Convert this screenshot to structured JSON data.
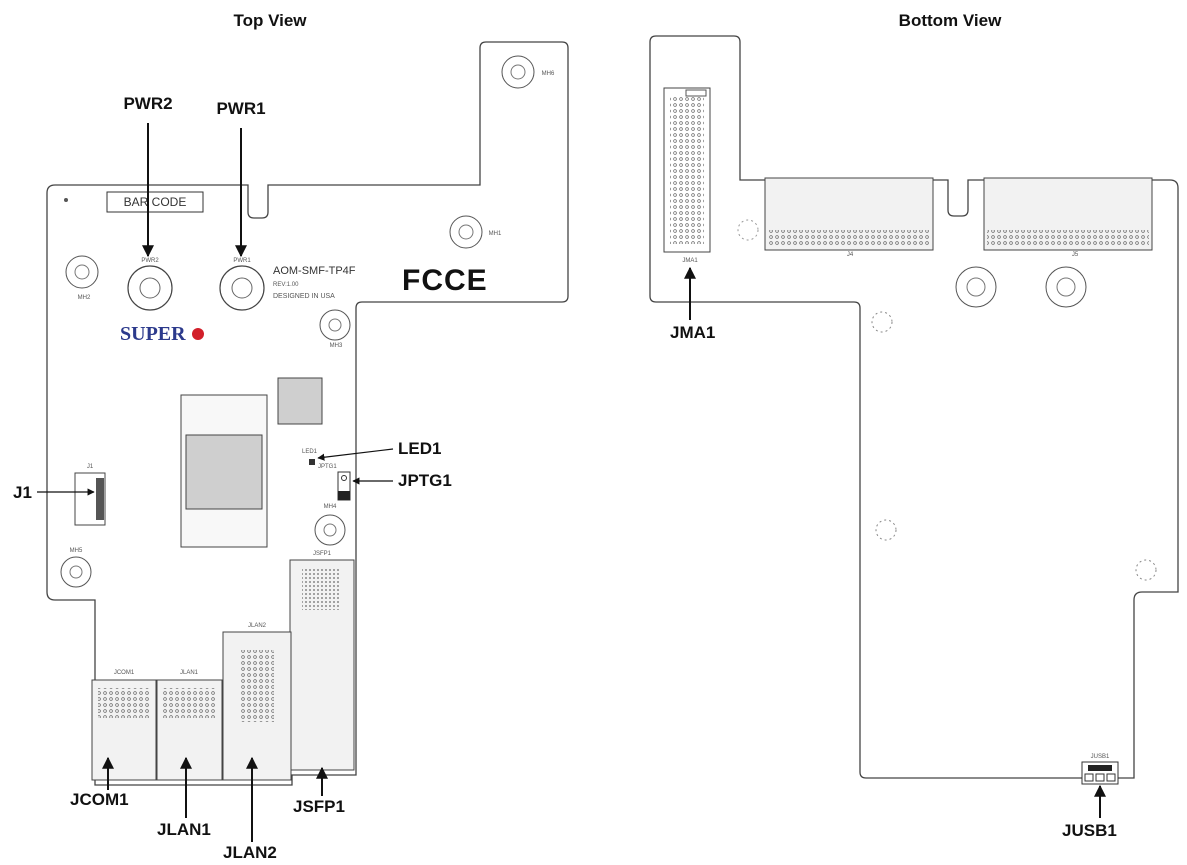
{
  "views": {
    "top": {
      "title": "Top View"
    },
    "bottom": {
      "title": "Bottom View"
    }
  },
  "silkscreen": {
    "barcode": "BAR CODE",
    "model": "AOM-SMF-TP4F",
    "revision": "REV:1.00",
    "designed": "DESIGNED IN USA",
    "brand": "SUPER",
    "cert": "FCCE",
    "mh1": "MH1",
    "mh2": "MH2",
    "mh3": "MH3",
    "mh4": "MH4",
    "mh5": "MH5",
    "mh6": "MH6",
    "pwr1": "PWR1",
    "pwr2": "PWR2",
    "led1": "LED1",
    "jptg1": "JPTG1",
    "j1": "J1",
    "jsfp1": "JSFP1",
    "jlan1": "JLAN1",
    "jlan2": "JLAN2",
    "jcom1": "JCOM1",
    "jma1": "JMA1",
    "j4": "J4",
    "j5": "J5",
    "jusb1": "JUSB1"
  },
  "callouts": {
    "pwr2": "PWR2",
    "pwr1": "PWR1",
    "led1": "LED1",
    "jptg1": "JPTG1",
    "j1": "J1",
    "jcom1": "JCOM1",
    "jlan1": "JLAN1",
    "jlan2": "JLAN2",
    "jsfp1": "JSFP1",
    "jma1": "JMA1",
    "jusb1": "JUSB1"
  },
  "colors": {
    "brand_red": "#d21f2a",
    "brand_blue": "#2c3a8c",
    "line": "#111111"
  }
}
